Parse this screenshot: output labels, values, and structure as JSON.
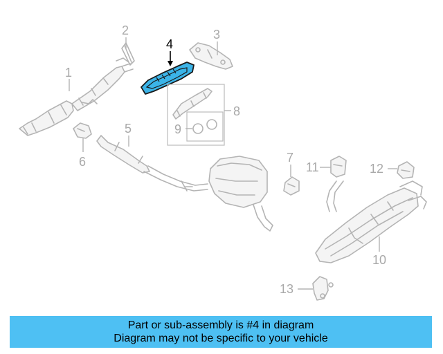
{
  "callouts": {
    "c1": "1",
    "c2": "2",
    "c3": "3",
    "c4": "4",
    "c5": "5",
    "c6": "6",
    "c7": "7",
    "c8": "8",
    "c9": "9",
    "c10": "10",
    "c11": "11",
    "c12": "12",
    "c13": "13"
  },
  "highlight": {
    "part_number": "4",
    "color": "#3bb4e8"
  },
  "banner": {
    "line1": "Part or sub-assembly is #4 in diagram",
    "line2": "Diagram may not be specific to your vehicle",
    "color": "#4ec0f3"
  }
}
